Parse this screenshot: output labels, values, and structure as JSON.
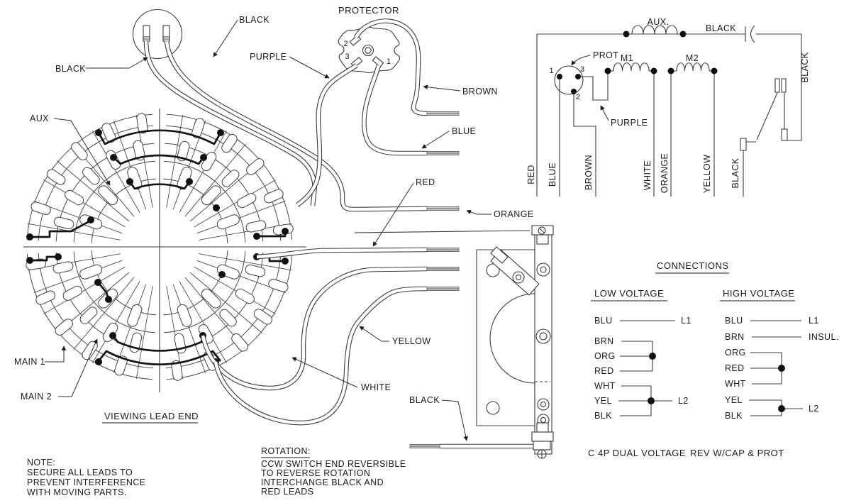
{
  "drawing": {
    "protector_title": "PROTECTOR",
    "cap_label_left": "BLACK",
    "cap_label_top": "BLACK",
    "purple": "PURPLE",
    "brown": "BROWN",
    "blue": "BLUE",
    "red": "RED",
    "orange": "ORANGE",
    "yellow": "YELLOW",
    "white": "WHITE",
    "black_lead": "BLACK",
    "aux": "AUX",
    "main1": "MAIN 1",
    "main2": "MAIN 2",
    "viewing_lead_end": "VIEWING LEAD END",
    "protector_terminals": {
      "t1": "1",
      "t2": "2",
      "t3": "3"
    }
  },
  "schematic": {
    "aux": "AUX.",
    "black_top": "BLACK",
    "black_right": "BLACK",
    "black_switch": "BLACK",
    "prot": "PROT",
    "m1": "M1",
    "m2": "M2",
    "purple": "PURPLE",
    "terminals": {
      "t1": "1",
      "t2": "2",
      "t3": "3"
    },
    "wires": [
      "RED",
      "BLUE",
      "BROWN",
      "WHITE",
      "ORANGE",
      "YELLOW"
    ]
  },
  "connections": {
    "title": "CONNECTIONS",
    "low": {
      "title": "LOW VOLTAGE",
      "rows": [
        "BLU",
        "BRN",
        "ORG",
        "RED",
        "WHT",
        "YEL",
        "BLK"
      ],
      "l1": "L1",
      "l2": "L2"
    },
    "high": {
      "title": "HIGH VOLTAGE",
      "rows": [
        "BLU",
        "BRN",
        "ORG",
        "RED",
        "WHT",
        "YEL",
        "BLK"
      ],
      "l1": "L1",
      "l2": "L2",
      "insul": "INSUL."
    }
  },
  "note": {
    "title": "NOTE:",
    "lines": [
      "SECURE ALL LEADS TO",
      "PREVENT INTERFERENCE",
      "WITH MOVING PARTS."
    ]
  },
  "rotation": {
    "title": "ROTATION:",
    "lines": [
      "CCW SWITCH END REVERSIBLE",
      "TO REVERSE ROTATION",
      "INTERCHANGE BLACK AND",
      "RED LEADS"
    ]
  },
  "caption": {
    "left": "C 4P DUAL VOLTAGE",
    "right": "REV W/CAP & PROT"
  }
}
